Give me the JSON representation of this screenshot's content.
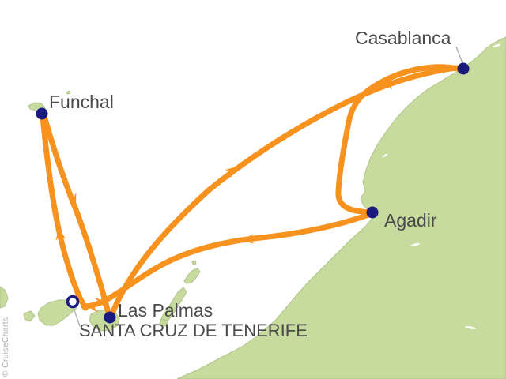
{
  "map": {
    "watermark": "© CruiseCharts",
    "ports": [
      {
        "name": "Casablanca",
        "marker": "filled"
      },
      {
        "name": "Funchal",
        "marker": "filled"
      },
      {
        "name": "Agadir",
        "marker": "filled"
      },
      {
        "name": "Las Palmas",
        "marker": "filled"
      },
      {
        "name": "SANTA CRUZ DE TENERIFE",
        "marker": "open-circle-home-port"
      }
    ],
    "route_legs": [
      "Santa Cruz de Tenerife → Funchal",
      "Funchal → Las Palmas",
      "Las Palmas → Casablanca",
      "Casablanca → Agadir",
      "Agadir → Santa Cruz de Tenerife"
    ],
    "colors": {
      "route": "#F8921E",
      "land": "#C7DB9E",
      "land_edge": "#B3C488",
      "port": "#1A1A7E",
      "label": "#4A4A4A",
      "leader": "#B3B3B3",
      "watermark": "#ABABAB",
      "ocean": "#FFFFFF"
    }
  }
}
